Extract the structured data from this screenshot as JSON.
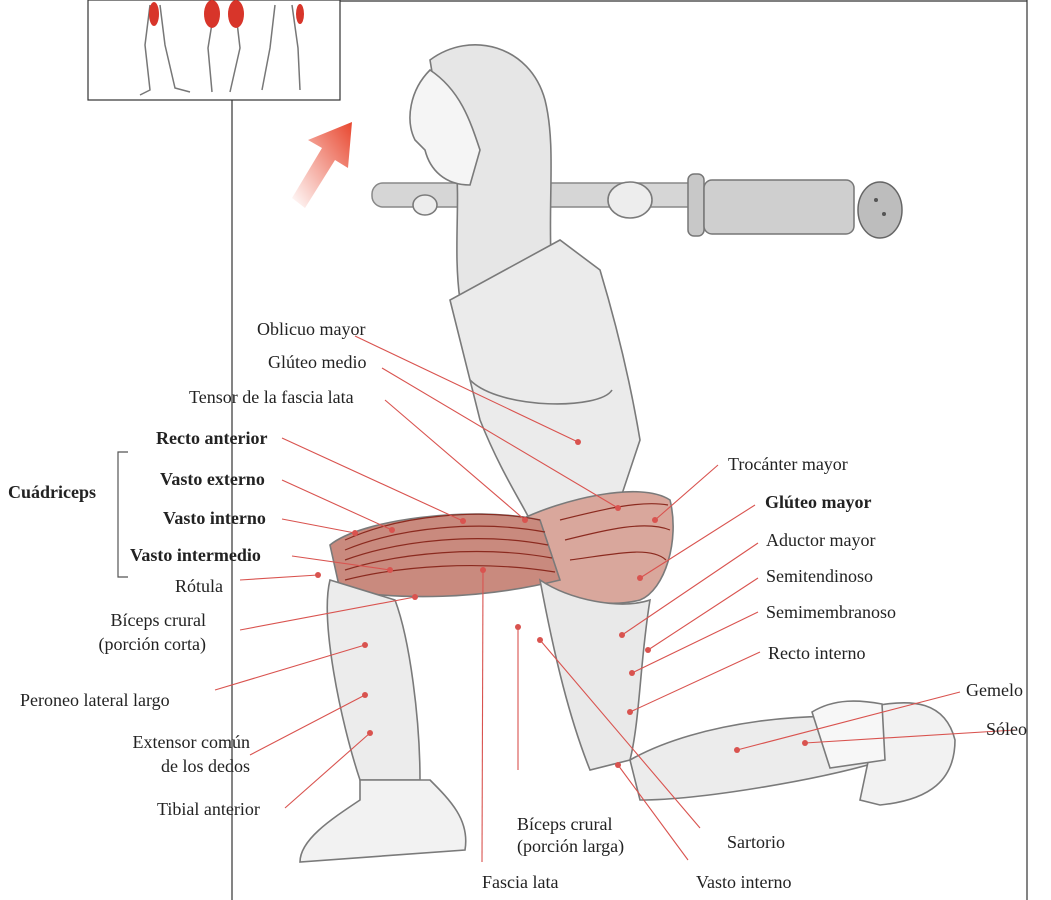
{
  "colors": {
    "leader_line": "#d9534f",
    "muscle_highlight": "#b23a2a",
    "sketch": "#7a7a7a",
    "frame": "#333333"
  },
  "labels": {
    "oblicuo_mayor": "Oblicuo mayor",
    "gluteo_medio": "Glúteo medio",
    "tensor_fascia_lata": "Tensor de la fascia lata",
    "recto_anterior": "Recto anterior",
    "vasto_externo": "Vasto externo",
    "vasto_interno": "Vasto interno",
    "vasto_intermedio": "Vasto intermedio",
    "cuadriceps": "Cuádriceps",
    "rotula": "Rótula",
    "biceps_crural_corta_1": "Bíceps crural",
    "biceps_crural_corta_2": "(porción corta)",
    "peroneo_lateral_largo": "Peroneo lateral largo",
    "extensor_comun_1": "Extensor común",
    "extensor_comun_2": "de los dedos",
    "tibial_anterior": "Tibial anterior",
    "biceps_crural_larga_1": "Bíceps crural",
    "biceps_crural_larga_2": "(porción larga)",
    "fascia_lata": "Fascia lata",
    "vasto_interno_bottom": "Vasto interno",
    "sartorio": "Sartorio",
    "trocanter_mayor": "Trocánter mayor",
    "gluteo_mayor": "Glúteo mayor",
    "aductor_mayor": "Aductor mayor",
    "semitendinoso": "Semitendinoso",
    "semimembranoso": "Semimembranoso",
    "recto_interno": "Recto interno",
    "gemelo": "Gemelo",
    "soleo": "Sóleo"
  }
}
